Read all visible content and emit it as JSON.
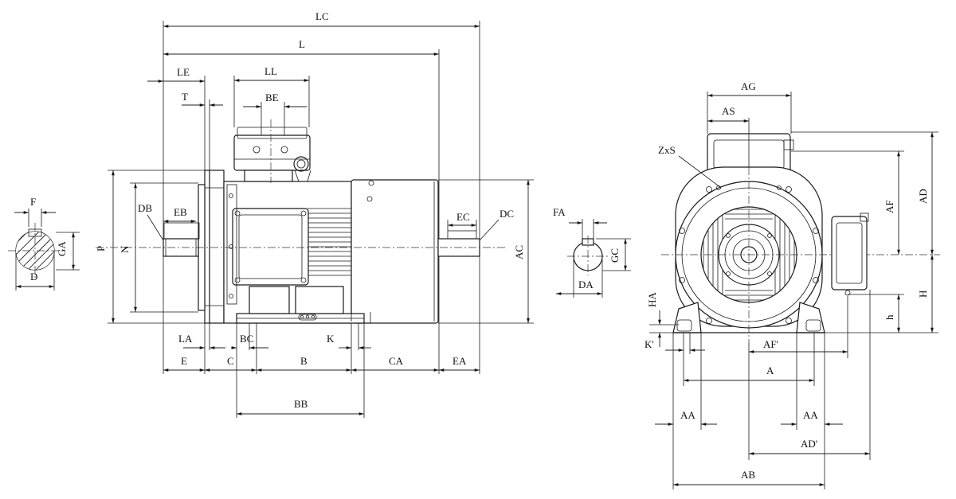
{
  "side_view": {
    "labels": {
      "LC": "LC",
      "L": "L",
      "LE": "LE",
      "LL": "LL",
      "T": "T",
      "BE": "BE",
      "DB": "DB",
      "EB": "EB",
      "P": "P",
      "N": "N",
      "EC": "EC",
      "DC": "DC",
      "AC": "AC",
      "LA": "LA",
      "BC": "BC",
      "K": "K",
      "E": "E",
      "C": "C",
      "B": "B",
      "CA": "CA",
      "EA": "EA",
      "BB": "BB"
    }
  },
  "shaft_section": {
    "labels": {
      "F": "F",
      "GA": "GA",
      "D": "D"
    }
  },
  "shaft_end_section": {
    "labels": {
      "FA": "FA",
      "GC": "GC",
      "DA": "DA"
    }
  },
  "end_view": {
    "labels": {
      "AG": "AG",
      "AS": "AS",
      "ZxS": "ZxS",
      "AF": "AF",
      "AD": "AD",
      "HA": "HA",
      "H": "H",
      "h": "h",
      "K_prime": "K'",
      "AF_prime": "AF'",
      "A": "A",
      "AA_left": "AA",
      "AA_right": "AA",
      "AD_prime": "AD'",
      "AB": "AB"
    }
  }
}
